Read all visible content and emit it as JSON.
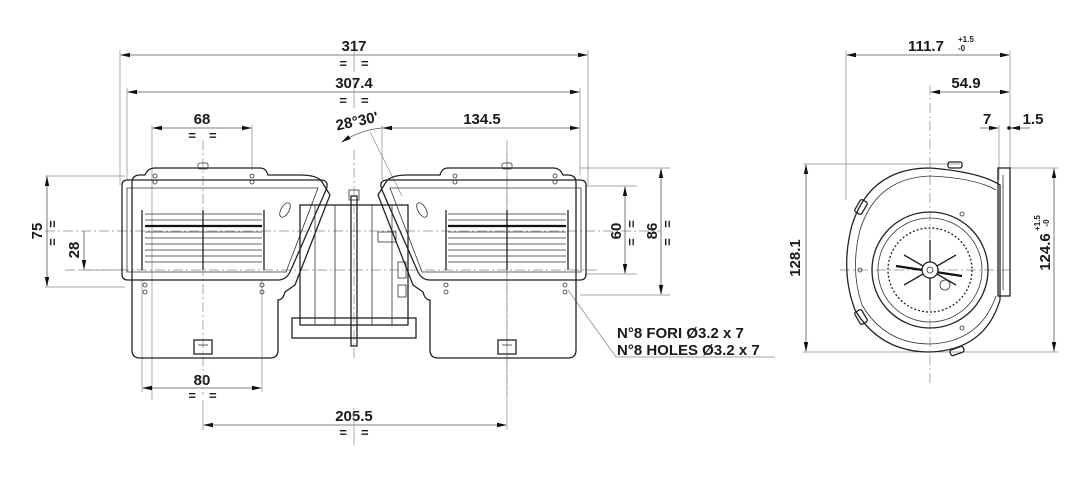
{
  "drawing": {
    "title": "Double centrifugal blower dimensional drawing",
    "front_view": {
      "dimensions": {
        "overall_width": "317",
        "body_width": "307.4",
        "inlet_width": "68",
        "angle": "28°30'",
        "half_offset": "134.5",
        "inlet_height": "75",
        "inlet_offset": "28",
        "outlet_height_inner": "60",
        "outlet_height_outer": "86",
        "bottom_width": "80",
        "center_distance": "205.5"
      },
      "symmetry_mark": "=",
      "hole_note": {
        "line1": "N°8 FORI Ø3.2 x 7",
        "line2": "N°8 HOLES Ø3.2 x 7"
      }
    },
    "side_view": {
      "dimensions": {
        "depth": "111.7",
        "depth_tol_plus": "+1.5",
        "depth_tol_minus": "-0",
        "axis_offset": "54.9",
        "flange": "7",
        "flange_thickness": "1.5",
        "overall_height": "128.1",
        "outlet_height": "124.6",
        "outlet_tol_plus": "+1.5",
        "outlet_tol_minus": "-0"
      }
    }
  }
}
